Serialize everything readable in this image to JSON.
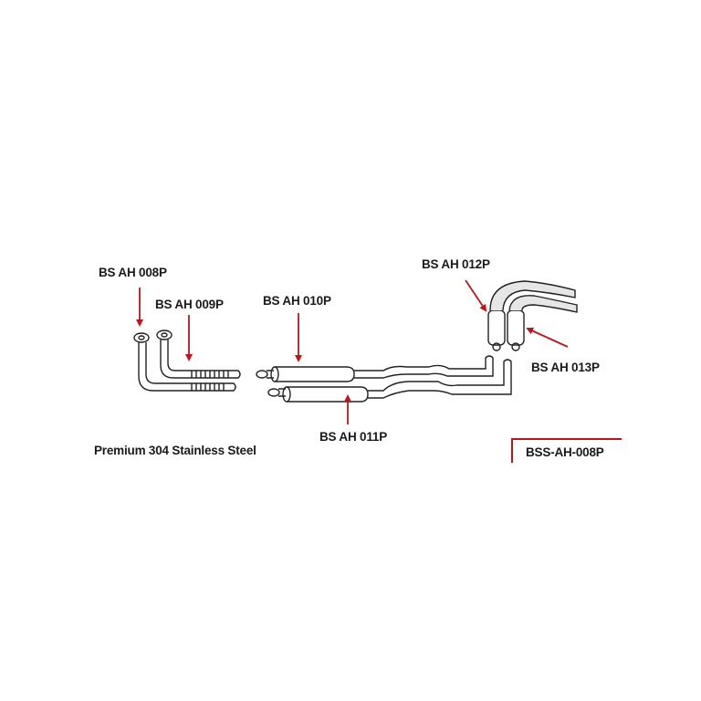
{
  "title": "Premium 304 Stainless Steel",
  "kit_code": "BSS-AH-008P",
  "parts": [
    {
      "code": "BS AH 008P"
    },
    {
      "code": "BS AH 009P"
    },
    {
      "code": "BS AH 010P"
    },
    {
      "code": "BS AH 011P"
    },
    {
      "code": "BS AH 012P"
    },
    {
      "code": "BS AH 013P"
    }
  ],
  "colors": {
    "arrow": "#c0141c",
    "line": "#222222",
    "text": "#1a1a1a"
  }
}
